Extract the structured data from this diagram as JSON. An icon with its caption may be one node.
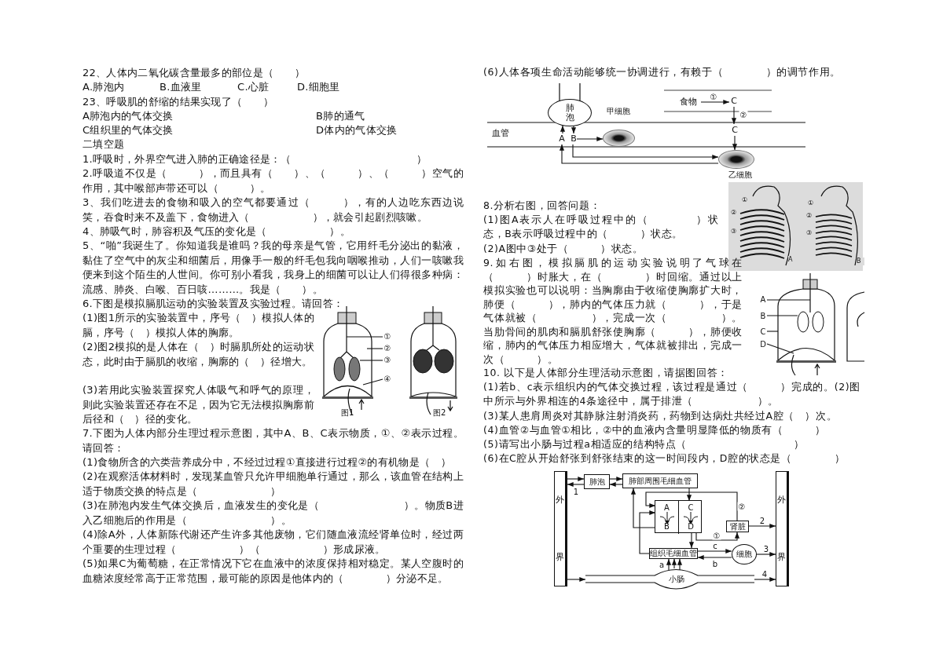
{
  "diagram": {
    "nodes": [
      {
        "text": [
          "肺泡"
        ]
      },
      {
        "text": [
          "甲细胞"
        ]
      },
      {
        "text": [
          "食物"
        ]
      },
      {
        "text": [
          "C"
        ]
      },
      {
        "text": [
          "C"
        ]
      },
      {
        "text": [
          "乙细胞"
        ]
      },
      {
        "text": [
          "A"
        ]
      },
      {
        "text": [
          "B"
        ]
      },
      {
        "text": [
          "外",
          "界"
        ]
      },
      {
        "text": [
          "肺泡"
        ]
      },
      {
        "text": [
          "肺部周围毛细血管"
        ]
      },
      {
        "text": [],
        "shape": "box"
      },
      {
        "text": [
          "A",
          "B"
        ],
        "in": 11
      },
      {
        "text": [
          "C",
          "D"
        ],
        "in": 11
      },
      {
        "text": [
          "肾脏"
        ]
      },
      {
        "text": [
          "组织毛细血管"
        ]
      },
      {
        "text": [
          "细胞"
        ]
      },
      {
        "text": [
          "小肠"
        ]
      },
      {
        "text": [
          "外",
          "界"
        ]
      },
      {
        "text": [
          "①"
        ]
      },
      {
        "text": [
          "②"
        ]
      },
      {
        "text": [
          "③"
        ]
      },
      {
        "text": [
          "④"
        ]
      },
      {
        "text": [
          "A"
        ]
      },
      {
        "text": [
          "B"
        ]
      },
      {
        "text": [
          "C"
        ]
      },
      {
        "text": [
          "D"
        ]
      },
      {
        "text": [],
        "shape": "picture"
      }
    ],
    "edges": [
      {
        "from": 2,
        "to": 3,
        "arrow": "to",
        "label": "①"
      },
      {
        "from": 3,
        "to": 4,
        "arrow": "to",
        "label": "②"
      },
      {
        "from": 4,
        "to": 5,
        "arrow": "to"
      },
      {
        "from": 7,
        "to": 1,
        "arrow": "to"
      },
      {
        "from": 7,
        "to": 5,
        "arrow": "to"
      },
      {
        "from": 5,
        "to": 6,
        "arrow": "to"
      },
      {
        "from": 6,
        "to": 0,
        "arrow": "to"
      },
      {
        "from": 0,
        "to": 7,
        "arrow": "to"
      },
      {
        "from": 8,
        "to": 9,
        "arrow": "to"
      },
      {
        "from": 9,
        "to": 8,
        "arrow": "to",
        "label": "1"
      },
      {
        "from": 9,
        "to": 10,
        "arrow": "to"
      },
      {
        "from": 10,
        "to": 9,
        "arrow": "to"
      },
      {
        "from": 10,
        "to": 13,
        "arrow": "to"
      },
      {
        "from": 12,
        "to": 10,
        "arrow": "to"
      },
      {
        "from": 14,
        "to": 12,
        "arrow": "to",
        "label": "②"
      },
      {
        "from": 15,
        "to": 12,
        "arrow": "to"
      },
      {
        "from": 13,
        "to": 15,
        "arrow": "to"
      },
      {
        "from": 13,
        "to": 14,
        "arrow": "to",
        "label": "①"
      },
      {
        "from": 14,
        "to": 18,
        "arrow": "to",
        "label": "2"
      },
      {
        "from": 15,
        "to": 16,
        "arrow": "to",
        "label": "c"
      },
      {
        "from": 16,
        "to": 15,
        "arrow": "to",
        "label": "b"
      },
      {
        "from": 16,
        "to": 18,
        "arrow": "to",
        "label": "3"
      },
      {
        "from": 8,
        "to": 17,
        "arrow": "to"
      },
      {
        "from": 17,
        "to": 18,
        "arrow": "to",
        "label": "4"
      },
      {
        "from": 17,
        "to": 15,
        "arrow": "to",
        "label": "a"
      },
      {
        "from": 19,
        "to": null,
        "arrow": "none"
      },
      {
        "from": 20,
        "to": null,
        "arrow": "none"
      },
      {
        "from": 21,
        "to": null,
        "arrow": "none"
      },
      {
        "from": 22,
        "to": null,
        "arrow": "none"
      },
      {
        "from": 23,
        "to": 27,
        "arrow": "none"
      },
      {
        "from": 24,
        "to": 27,
        "arrow": "none"
      },
      {
        "from": 25,
        "to": 27,
        "arrow": "none"
      },
      {
        "from": 26,
        "to": 27,
        "arrow": "none"
      },
      {
        "from": 17,
        "to": 15,
        "arrow": "to"
      },
      {
        "from": 17,
        "to": 15,
        "arrow": "to"
      }
    ],
    "labels": [
      "22、人体内二氧化碳含量最多的部位是（　　）",
      "A.肺泡内",
      "B.血液里",
      "C.心脏",
      "D.细胞里",
      "23、呼吸肌的舒缩的结果实现了（　　）",
      "A肺泡内的气体交换",
      "B肺的通气",
      "C组织里的气体交换",
      "D体内的气体交换",
      "二填空题",
      "1.呼吸时，外界空气进入肺的正确途径是：（　　　　　　　　　　　　）",
      "2.呼吸道不仅是（　　　），而且具有（　　）、（　　　）、（　　　）空气的作用，其中喉部声带还可以（　　　）。",
      "3、我们吃进去的食物和吸入的空气都要通过（　　　），有的人边吃东西边说笑，吞食时来不及盖下，食物进入（　　　　　　），就会引起剧烈咳嗽。",
      "4、肺吸气时，肺容积及气压的变化是（　　　　　　）。",
      "5、“啪”我诞生了。你知道我是谁吗？我的母亲是气管，它用纤毛分泌出的黏液，黏住了空气中的灰尘和细菌后，用像手一般的纤毛包我向咽喉推动，人们一咳嗽我便来到这个陌生的人世间。你可别小看我，我身上的细菌可以让人们得很多种病：流感、肺炎、白喉、百日咳………。我是（　　）。",
      "6.下图是模拟膈肌运动的实验装置及实验过程。请回答：",
      "(1)图1所示的实验装置中，序号（　）模拟人体的膈，序号（　）模拟人体的胸廓。",
      "(2)图2模拟的是人体在（　）时膈肌所处的运动状态，此时由于膈肌的收缩，胸廓的（　）径增大。",
      "(3)若用此实验装置探究人体吸气和呼气的原理，则此实验装置还存在不足，因为它无法模拟胸廓前后径和（　）径的变化。",
      "图1",
      "图2",
      "7.下图为人体内部分生理过程示意图，其中A、B、C表示物质，①、②表示过程。请回答：",
      "(1)食物所含的六类营养成分中，不经过过程①直接进行过程②的有机物是（　）",
      "(2)在观察活体材料时，发现某血管只允许甲细胞单行通过，那么，该血管在结构上适于物质交换的特点是（　　　　　　　）",
      "(3)在肺泡内发生气体交换后，血液发生的变化是（　　　　　　　　）。物质B进入乙细胞后的作用是（　　　　　　　　）。",
      "(4)除A外，人体新陈代谢还产生许多其他废物，它们随血液流经肾单位时，经过两个重要的生理过程（　　　　　　）（　　　　　　）形成尿液。",
      "(5)如果C为葡萄糖，在正常情况下它在血液中的浓度保持相对稳定。某人空腹时的血糖浓度经常高于正常范围，最可能的原因是他体内的（　　　　）分泌不足。",
      "(6)人体各项生命活动能够统一协调进行，有赖于（　　　　）的调节作用。",
      "血管",
      "8.分析右图，回答问题：",
      "(1)图A表示人在呼吸过程中的（　　　　）状态，B表示呼吸过程中的（　　　）状态。",
      "(2)A图中③处于（　　　）状态。",
      "①",
      "②",
      "③",
      "A",
      "①",
      "②",
      "③",
      "B",
      "9.如右图，模拟膈肌的运动实验说明了气球在（　　　）时胀大，在（　　　　）时回缩。通过以上模拟实验也可以说明：当胸廓由于收缩使胸廓扩大时，肺便（　　　），肺内的气体压力就（　　　），于是气体就被（　　　　　），完成一次（　　　　　）。当肋骨间的肌肉和膈肌舒张使胸廓（　　　），肺便收缩，肺内的气体压力相应增大，气体就被排出，完成一次（　　　）。",
      "10. 以下是人体部分生理活动示意图，请据图回答：",
      "(1)若b、c表示组织内的气体交换过程，该过程是通过（　　　）完成的。(2)图中所示与外界相连的4条途径中，属于排泄（　　　　　　）。",
      "(3)某人患肩周炎对其静脉注射消炎药，药物到达病灶共经过A腔（　）次。",
      "(4)血管②与血管①相比，②中的血液内含量明显降低的物质有（　　　）",
      "(5)请写出小肠与过程a相适应的结构特点（　　　　　　　　　　）",
      "(6)在C腔从开始舒张到舒张结束的这一时间段内，D腔的状态是（　　　　）"
    ]
  }
}
